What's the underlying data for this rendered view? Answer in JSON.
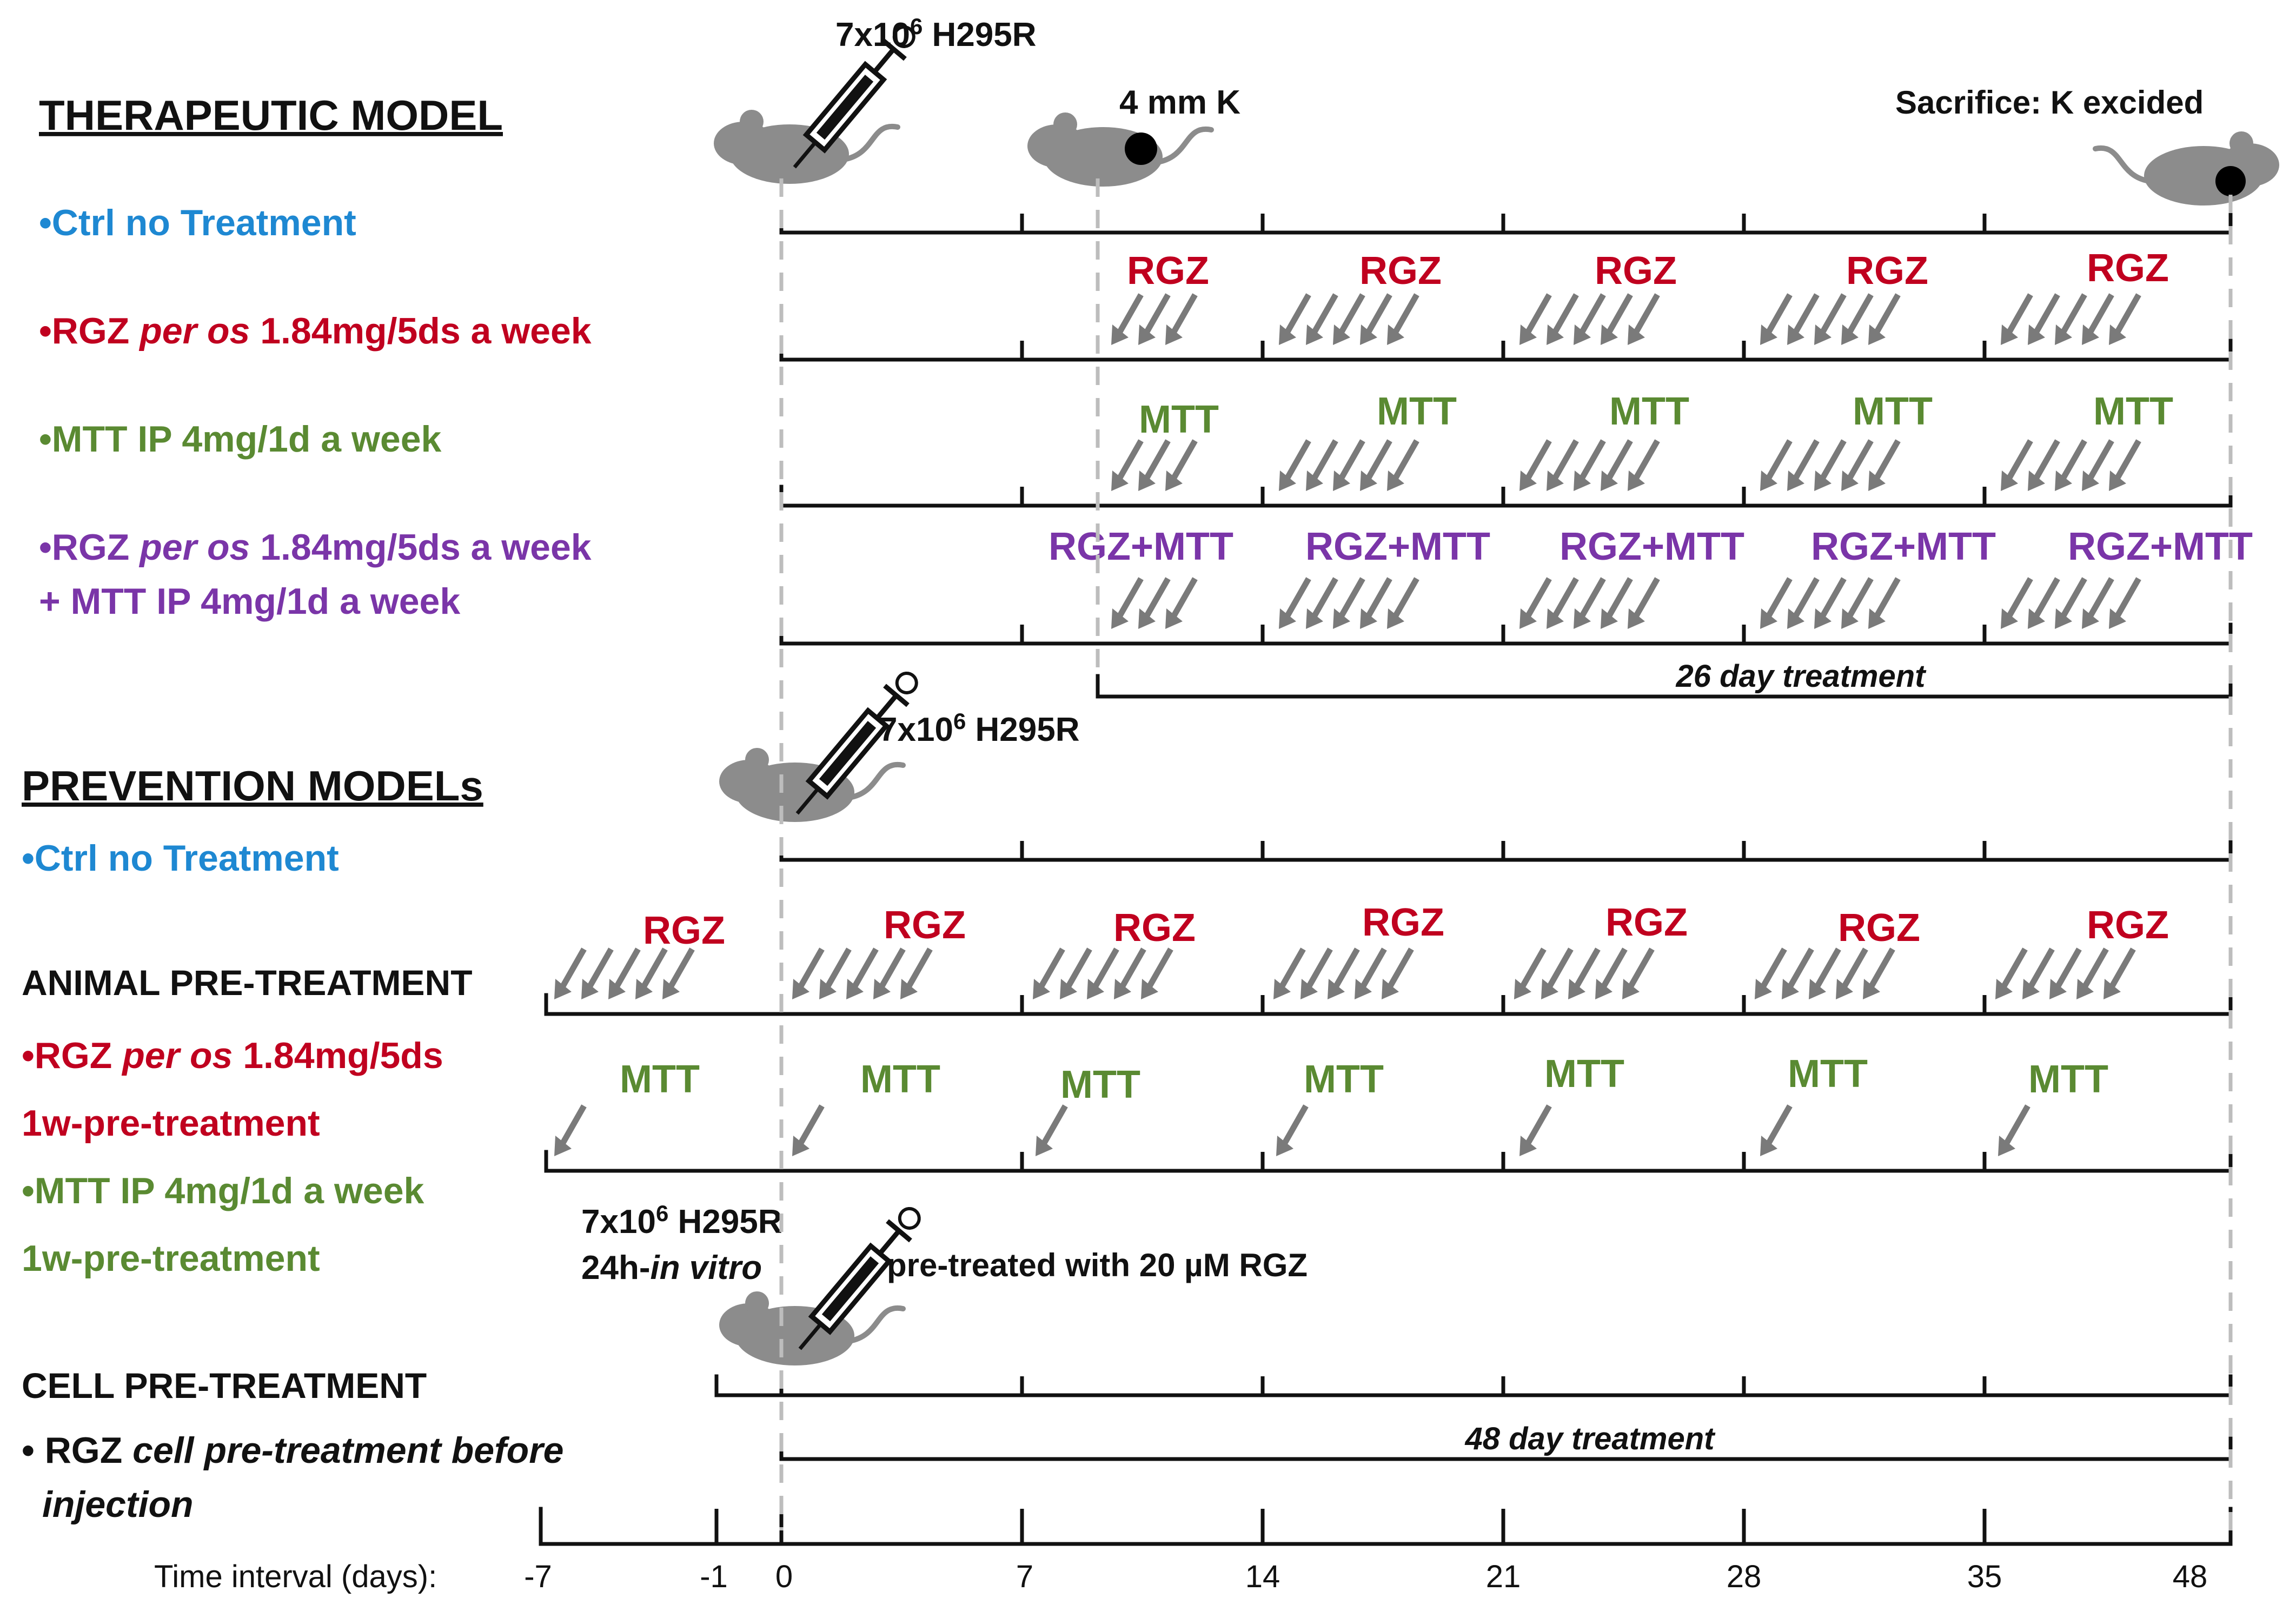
{
  "therapeutic": {
    "title": "THERAPEUTIC MODEL",
    "injection_label": "7x10",
    "injection_exp": "6",
    "injection_cells": " H295R",
    "tumor_label": "4 mm K",
    "sacrifice_label": "Sacrifice: K excided",
    "rows": [
      {
        "bullet": "•Ctrl no Treatment",
        "color": "#1e88d2"
      },
      {
        "bullet_a": "•RGZ ",
        "bullet_b": "per os",
        "bullet_c": " 1.84mg/5ds a week",
        "marker": "RGZ",
        "color": "#c0001f"
      },
      {
        "bullet": "•MTT IP 4mg/1d a week",
        "marker": "MTT",
        "color": "#5a8a32"
      },
      {
        "bullet_a": "•RGZ ",
        "bullet_b": "per os",
        "bullet_c": " 1.84mg/5ds a week",
        "bullet2": "+ MTT IP 4mg/1d a week",
        "marker": "RGZ+MTT",
        "color": "#7a35a8"
      }
    ],
    "treatment_span": "26 day treatment"
  },
  "prevention": {
    "title": "PREVENTION MODELs",
    "injection_label": "7x10",
    "injection_exp": "6",
    "injection_cells": " H295R",
    "ctrl": "•Ctrl no Treatment",
    "animal_pretreatment": "ANIMAL PRE-TREATMENT",
    "rgz_a": "•RGZ ",
    "rgz_b": "per os",
    "rgz_c": " 1.84mg/5ds",
    "rgz_pre": "1w-pre-treatment",
    "mtt": "•MTT IP 4mg/1d a week",
    "mtt_pre": "1w-pre-treatment",
    "rgz_marker": "RGZ",
    "mtt_marker": "MTT",
    "cell_inj_label": "7x10",
    "cell_inj_exp": "6",
    "cell_inj_cells": " H295R",
    "cell_invitro_a": "24h-",
    "cell_invitro_b": "in vitro",
    "cell_pretreated": "pre-treated with 20 µM RGZ",
    "cell_pretreatment": "CELL PRE-TREATMENT",
    "cell_rgz_a": "• RGZ ",
    "cell_rgz_b": "cell pre-treatment  before",
    "cell_rgz_c": "injection",
    "treatment_span": "48 day treatment"
  },
  "axis": {
    "label": "Time interval (days):",
    "ticks": [
      "-7",
      "-1",
      "0",
      "7",
      "14",
      "21",
      "28",
      "35",
      "48"
    ]
  },
  "colors": {
    "ctrl": "#1e88d2",
    "rgz": "#c0001f",
    "mtt": "#5a8a32",
    "combo": "#7a35a8",
    "arrow": "#7a7a7a",
    "mouse": "#8c8c8c",
    "timeline": "#111111"
  }
}
